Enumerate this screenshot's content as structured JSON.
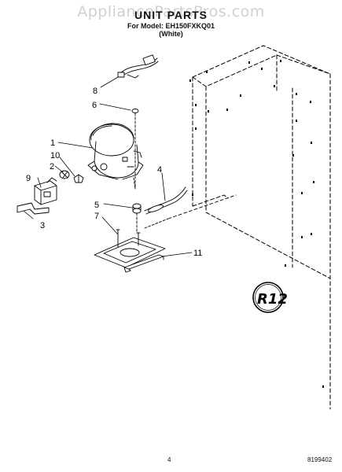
{
  "watermark": "AppliancePartsPros.com",
  "header": {
    "title": "UNIT PARTS",
    "model_line": "For Model: EH150FXKQ01",
    "color_line": "(White)"
  },
  "callouts": {
    "c1": "1",
    "c2": "2",
    "c3": "3",
    "c4": "4",
    "c5": "5",
    "c6": "6",
    "c7": "7",
    "c8": "8",
    "c9": "9",
    "c10": "10",
    "c11": "11"
  },
  "badge": {
    "text": "R12"
  },
  "footer": {
    "page_number": "4",
    "doc_number": "8199402"
  }
}
